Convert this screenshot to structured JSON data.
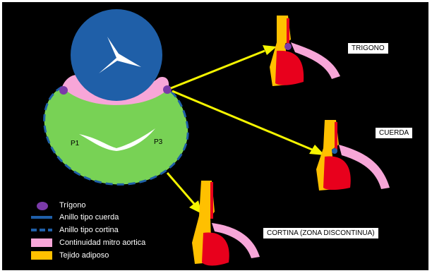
{
  "labels": {
    "p1": "P1",
    "p3": "P3",
    "trigono_box": "TRIGONO",
    "cuerda_box": "CUERDA",
    "cortina_box": "CORTINA (ZONA DISCONTINUA)"
  },
  "legend": [
    {
      "id": "trigono",
      "text": "Trígono",
      "color": "#7a3aa8"
    },
    {
      "id": "cuerda",
      "text": "Anillo tipo cuerda",
      "color": "#1f5fa8"
    },
    {
      "id": "cortina",
      "text": "Anillo tipo cortina",
      "color": "#1f5fa8"
    },
    {
      "id": "continuidad",
      "text": "Continuidad mitro aortica",
      "color": "#f7a6d8"
    },
    {
      "id": "adiposo",
      "text": "Tejido adiposo",
      "color": "#ffc000"
    }
  ],
  "colors": {
    "background": "#000000",
    "aorta": "#1f5fa8",
    "mitral": "#78d255",
    "continuity": "#f7a6d8",
    "fat": "#ffc000",
    "muscle": "#e8001c",
    "arrow": "#f5f500",
    "trigone": "#7a3aa8"
  }
}
